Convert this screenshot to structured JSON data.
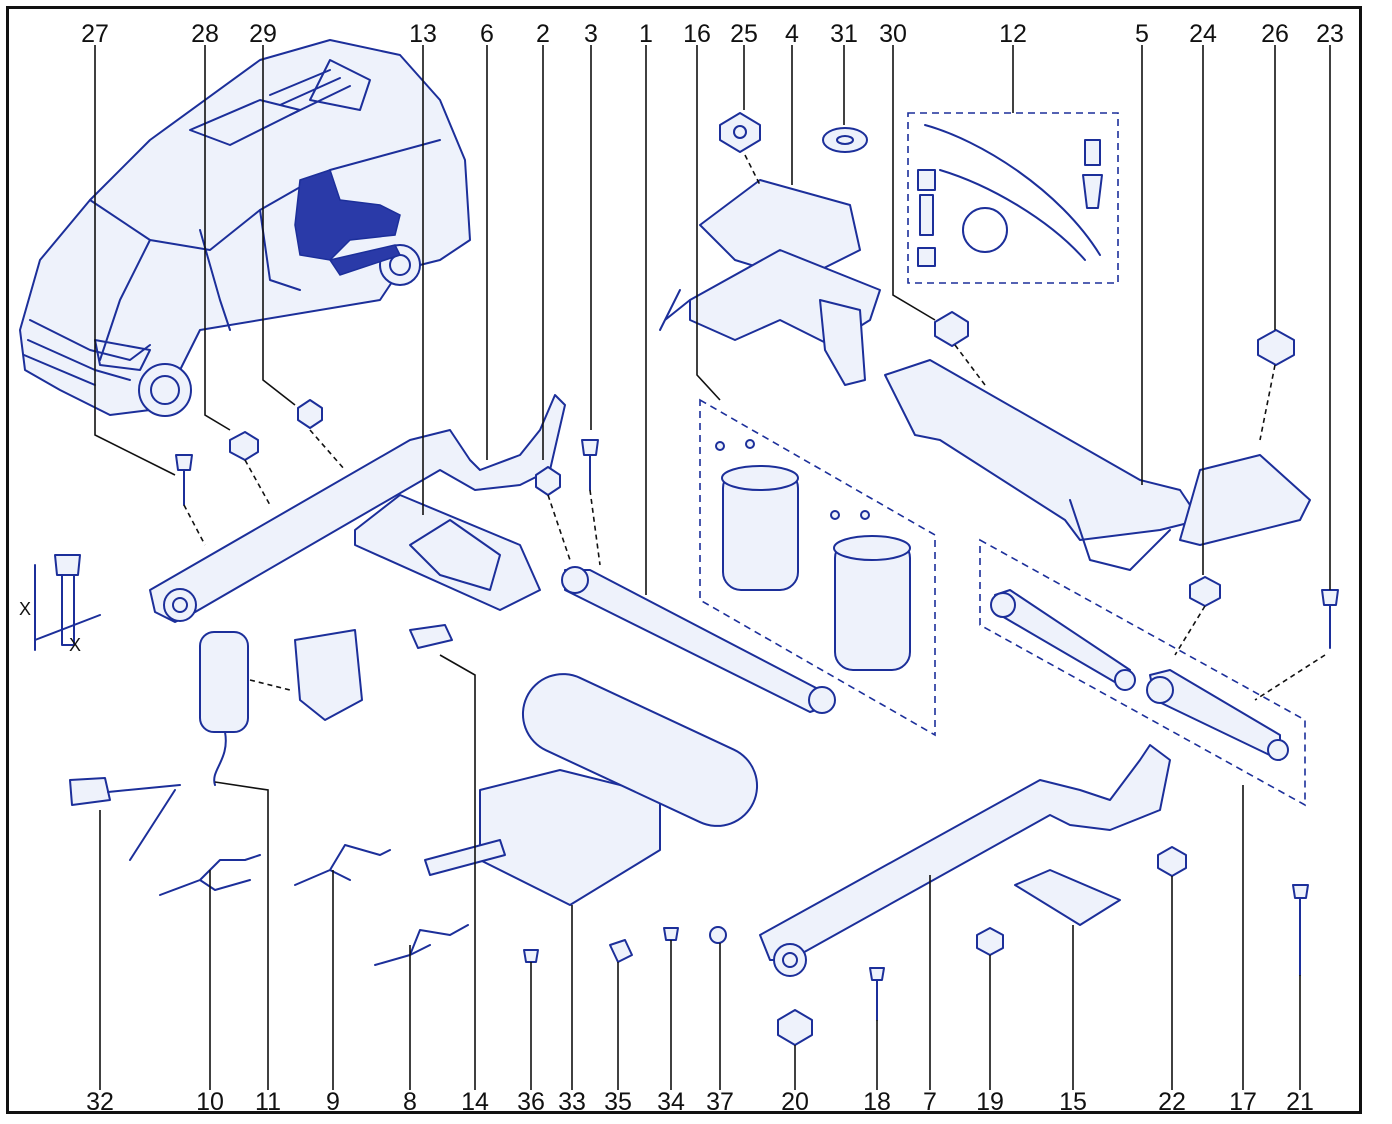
{
  "diagram": {
    "top_callouts": [
      "27",
      "28",
      "29",
      "13",
      "6",
      "2",
      "3",
      "1",
      "16",
      "25",
      "4",
      "31",
      "30",
      "12",
      "5",
      "24",
      "26",
      "23"
    ],
    "bottom_callouts": [
      "32",
      "10",
      "11",
      "9",
      "8",
      "14",
      "36",
      "33",
      "35",
      "34",
      "37",
      "20",
      "18",
      "7",
      "19",
      "15",
      "22",
      "17",
      "21"
    ],
    "dimension_labels": [
      "X",
      "X"
    ],
    "colors": {
      "line": "#1c2f9a",
      "fill": "#eef2fb",
      "frame": "#111111"
    }
  }
}
